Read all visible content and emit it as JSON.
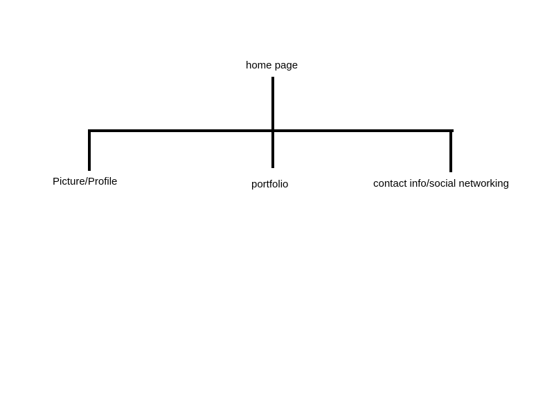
{
  "diagram": {
    "root": {
      "label": "home page"
    },
    "children": [
      {
        "label": "Picture/Profile"
      },
      {
        "label": "portfolio"
      },
      {
        "label": "contact info/social networking"
      }
    ],
    "line_color": "#000000",
    "background": "#ffffff"
  }
}
